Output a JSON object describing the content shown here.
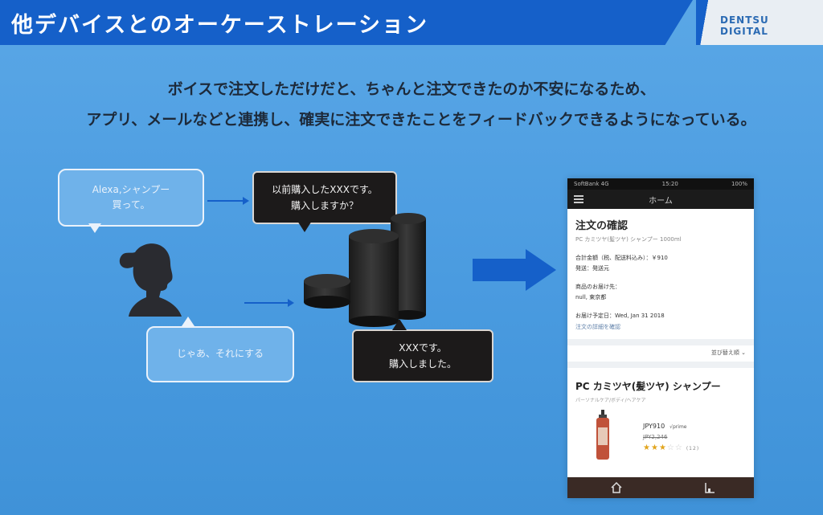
{
  "slide": {
    "title": "他デバイスとのオーケーストレーション",
    "logo": {
      "line1": "DENTSU",
      "line2": "DIGITAL"
    },
    "description_line1": "ボイスで注文しただけだと、ちゃんと注文できたのか不安になるため、",
    "description_line2": "アプリ、メールなどと連携し、確実に注文できたことをフィードバックできるようになっている。"
  },
  "dialogue": {
    "user_request": "Alexa,シャンプー\n買って。",
    "alexa_question": "以前購入したXXXです。\n購入しますか？",
    "user_confirm": "じゃあ、それにする",
    "alexa_done": "XXXです。\n購入しました。"
  },
  "phone": {
    "status_left": "SoftBank 4G",
    "status_center": "15:20",
    "status_right": "100%",
    "nav_title": "ホーム",
    "heading": "注文の確認",
    "subtitle": "PC カミツヤ(髪ツヤ) シャンプー 1000ml",
    "line_total": "合計金額（税、配送料込み）：￥910",
    "line_ship": "発送：発送元",
    "line_dest_label": "商品のお届け先：",
    "line_dest": "null, 東京都",
    "line_date": "お届け予定日：Wed, Jan 31 2018",
    "detail_link": "注文の詳細を確認",
    "sort": "並び替え順",
    "product_title": "PC カミツヤ(髪ツヤ) シャンプー",
    "product_sub": "パーソナルケア/ボディ/ヘアケア",
    "price": "JPY910",
    "prime": "√prime",
    "old_price": "JPY2,246",
    "rating": 3,
    "rating_max": 5,
    "review_count": "(12)"
  },
  "colors": {
    "title_bar": "#1560c9",
    "background": "#4a9be0",
    "arrow": "#1560c9"
  }
}
